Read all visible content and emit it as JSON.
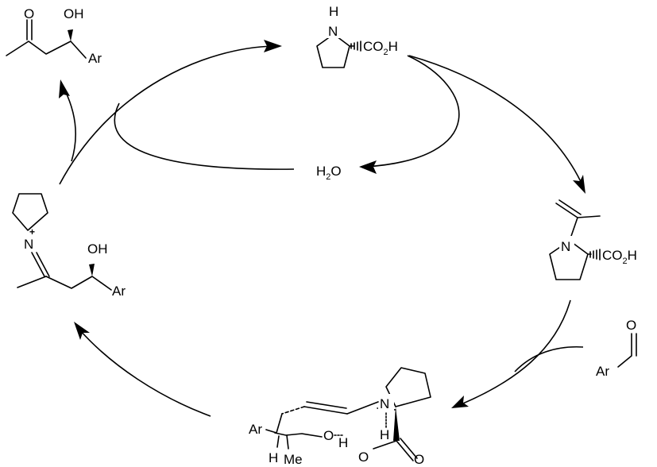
{
  "labels": {
    "oxygen": "O",
    "hydroxyl": "OH",
    "aryl": "Ar",
    "nitrogen": "N",
    "nitrogen_h": "H",
    "carboxyl_main": "CO",
    "carboxyl_sub": "2",
    "carboxyl_tail": "H",
    "water_main": "H",
    "water_sub": "2",
    "water_tail": "O",
    "plus": "+",
    "methyl": "Me",
    "hydrogen": "H"
  }
}
